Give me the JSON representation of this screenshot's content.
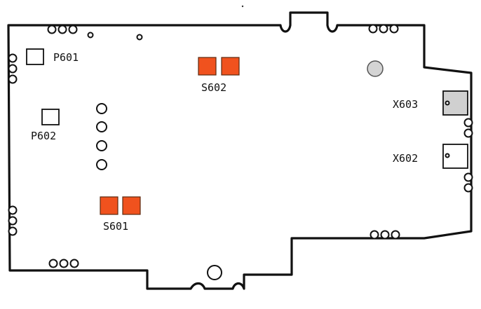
{
  "labels": {
    "p601": "P601",
    "p602": "P602",
    "s602": "S602",
    "s601": "S601",
    "x603": "X603",
    "x602": "X602"
  },
  "colors": {
    "switch_pad": "#f0521e",
    "board_outline": "#111111",
    "filled_hole": "#d4d4d4"
  }
}
